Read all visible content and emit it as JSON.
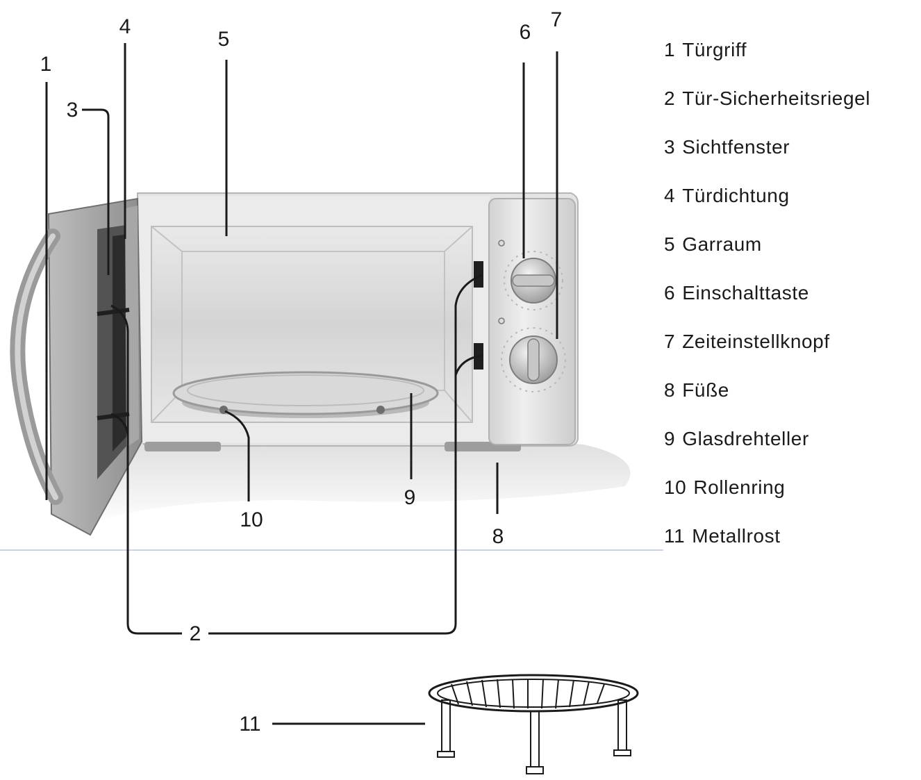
{
  "callouts": {
    "c1": "1",
    "c2": "2",
    "c3": "3",
    "c4": "4",
    "c5": "5",
    "c6": "6",
    "c7": "7",
    "c8": "8",
    "c9": "9",
    "c10": "10",
    "c11": "11"
  },
  "legend": [
    {
      "number": "1",
      "label": "Türgriff"
    },
    {
      "number": "2",
      "label": "Tür-Sicherheitsriegel"
    },
    {
      "number": "3",
      "label": "Sichtfenster"
    },
    {
      "number": "4",
      "label": "Türdichtung"
    },
    {
      "number": "5",
      "label": "Garraum"
    },
    {
      "number": "6",
      "label": "Einschalttaste"
    },
    {
      "number": "7",
      "label": "Zeiteinstellknopf"
    },
    {
      "number": "8",
      "label": "Füße"
    },
    {
      "number": "9",
      "label": "Glasdrehteller"
    },
    {
      "number": "10",
      "label": "Rollenring"
    },
    {
      "number": "11",
      "label": "Metallrost"
    }
  ],
  "colors": {
    "ink": "#1a1a1a",
    "body": "#e4e4e4",
    "interior": "#d6d6d6",
    "baseline": "#c9d4e0"
  }
}
